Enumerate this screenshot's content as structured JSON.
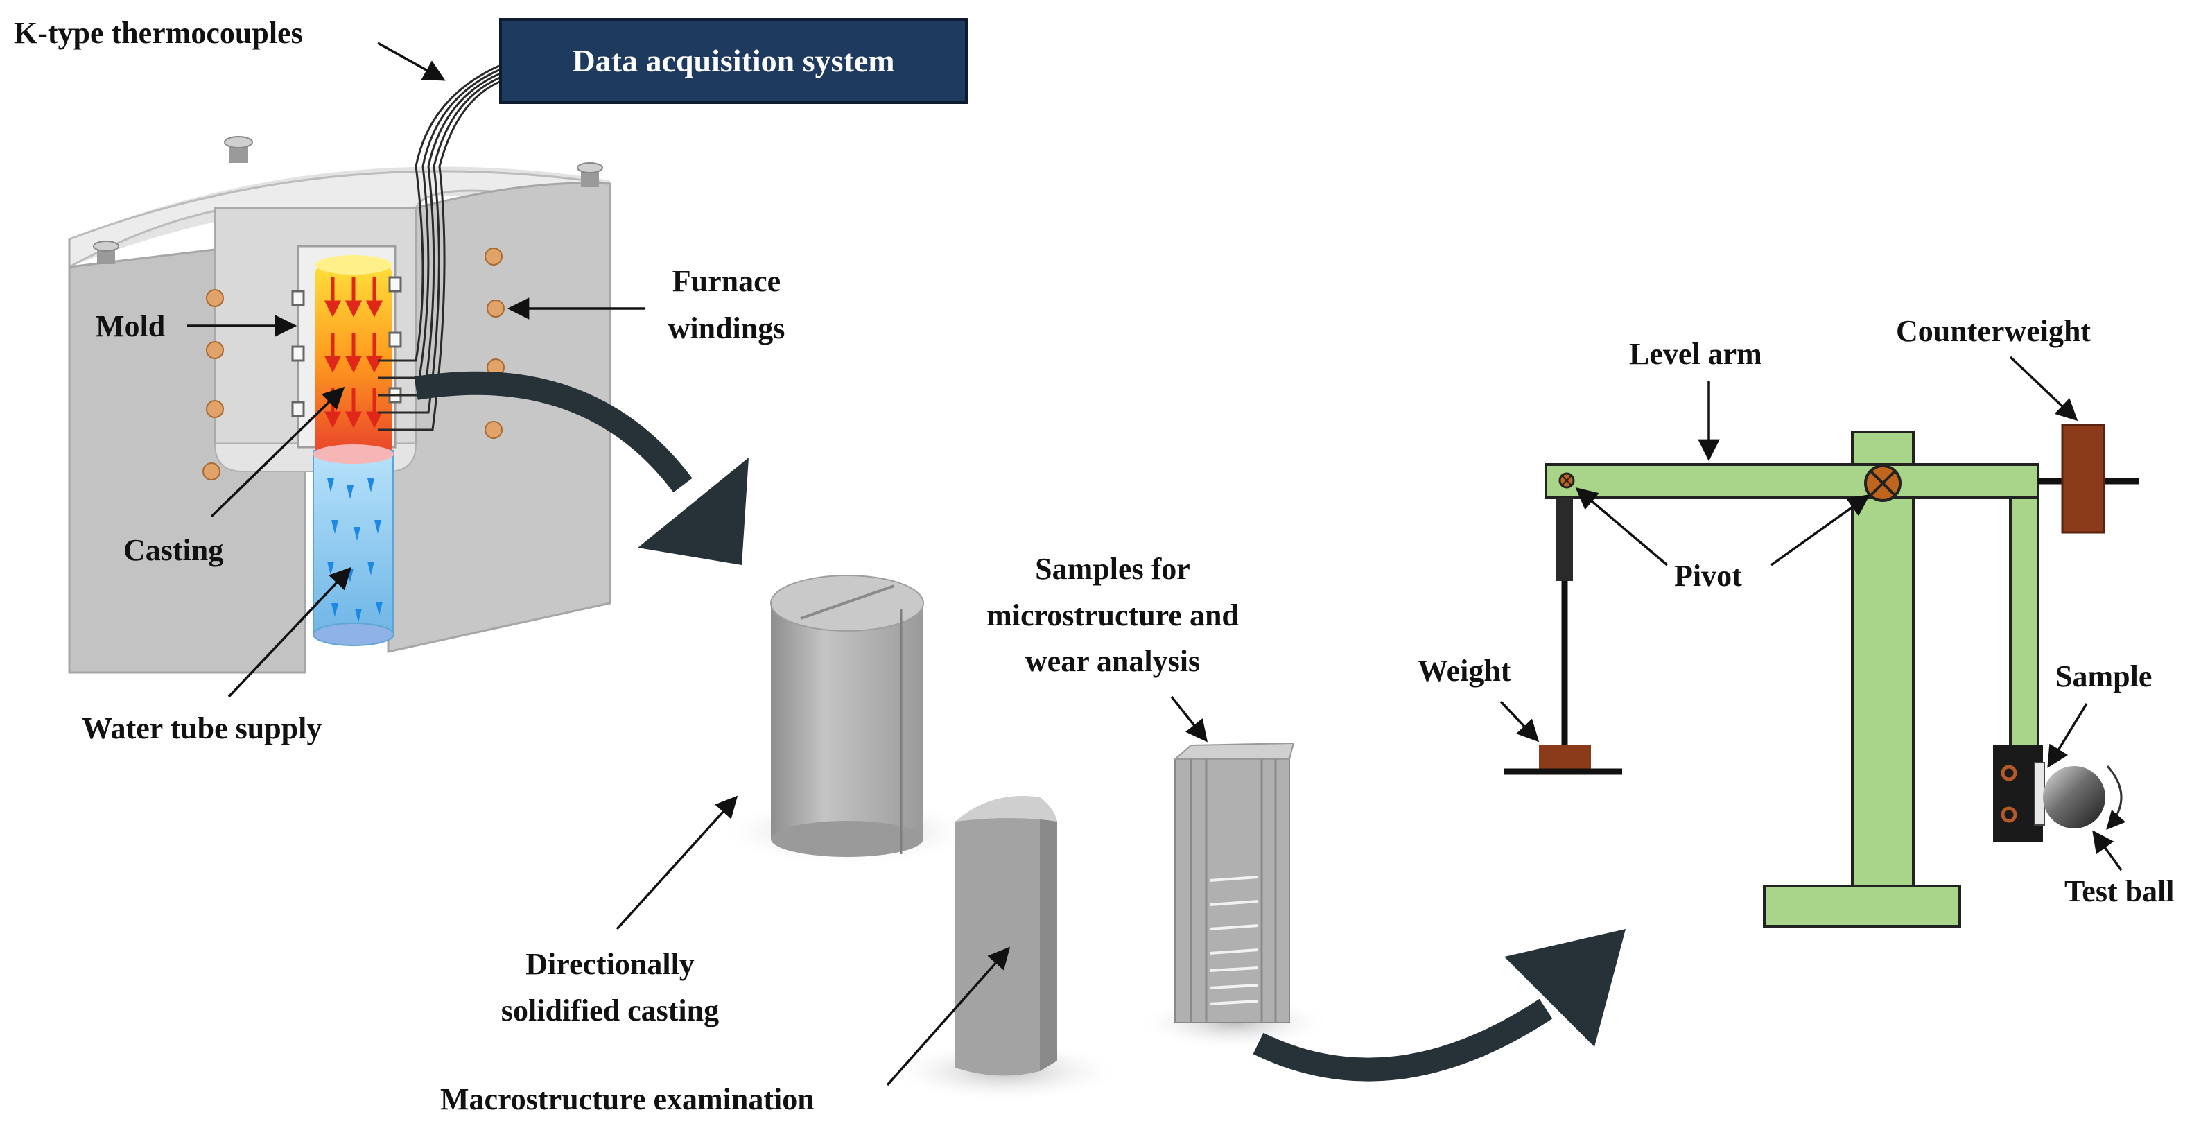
{
  "labels": {
    "thermocouples": "K-type thermocouples",
    "daq": "Data acquisition system",
    "furnace_line1": "Furnace",
    "furnace_line2": "windings",
    "mold": "Mold",
    "casting": "Casting",
    "water": "Water tube supply",
    "ds_line1": "Directionally",
    "ds_line2": "solidified casting",
    "samples_line1": "Samples for",
    "samples_line2": "microstructure and",
    "samples_line3": "wear analysis",
    "macro": "Macrostructure examination",
    "level_arm": "Level arm",
    "counterweight": "Counterweight",
    "pivot": "Pivot",
    "weight": "Weight",
    "sample": "Sample",
    "test_ball": "Test ball"
  },
  "colors": {
    "daq_box": "#1f3a5f",
    "arm_green": "#a8d58a",
    "counterweight": "#8b3a1a",
    "flow_arrow": "#263238",
    "furnace_gray": "#c9c9c9",
    "hot_top": "#ffd21f",
    "hot_bottom": "#e8412b",
    "water": "#7fc3ec"
  }
}
